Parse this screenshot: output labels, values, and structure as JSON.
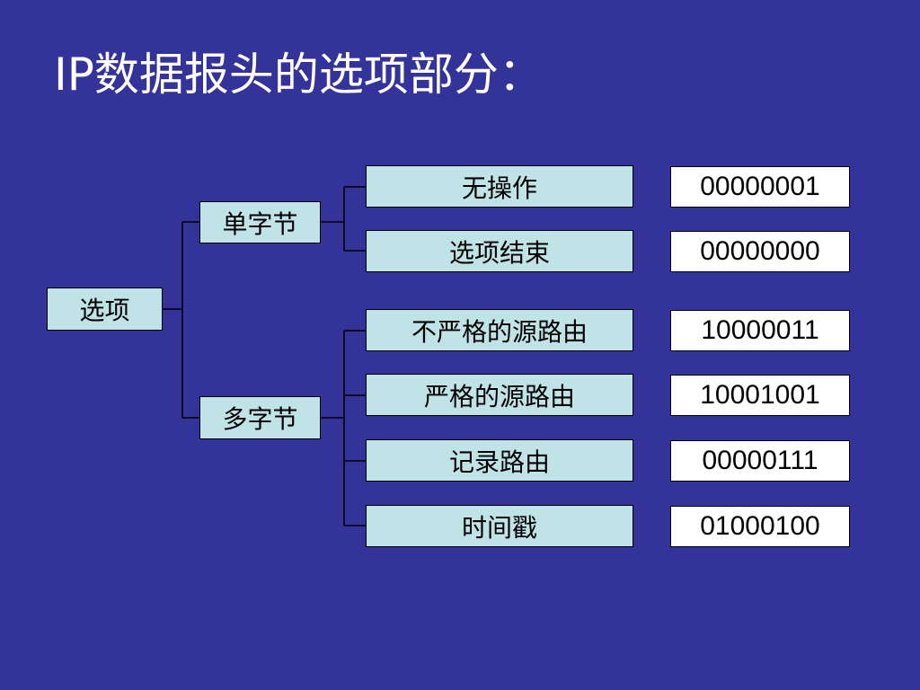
{
  "title": "IP数据报头的选项部分：",
  "tree": {
    "root": "选项",
    "single_byte": {
      "label": "单字节",
      "options": [
        {
          "name": "无操作",
          "code": "00000001"
        },
        {
          "name": "选项结束",
          "code": "00000000"
        }
      ]
    },
    "multi_byte": {
      "label": "多字节",
      "options": [
        {
          "name": "不严格的源路由",
          "code": "10000011"
        },
        {
          "name": "严格的源路由",
          "code": "10001001"
        },
        {
          "name": "记录路由",
          "code": "00000111"
        },
        {
          "name": "时间戳",
          "code": "01000100"
        }
      ]
    }
  },
  "colors": {
    "background": "#333399",
    "box_fill": "#bfe3e6",
    "code_fill": "#ffffff",
    "lines": "#000000",
    "title_text": "#ffffff"
  }
}
